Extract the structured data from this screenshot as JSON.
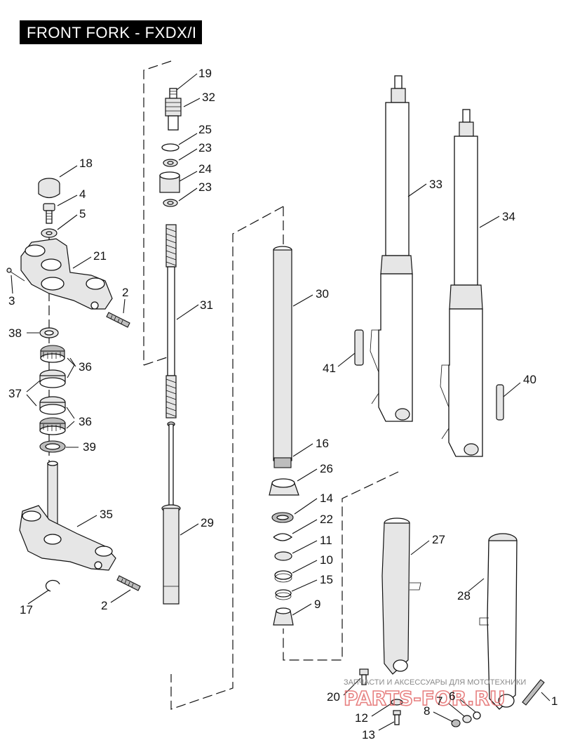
{
  "title": "FRONT FORK - FXDX/I",
  "callouts": [
    {
      "id": "c19",
      "text": "19"
    },
    {
      "id": "c32",
      "text": "32"
    },
    {
      "id": "c25",
      "text": "25"
    },
    {
      "id": "c23a",
      "text": "23"
    },
    {
      "id": "c24",
      "text": "24"
    },
    {
      "id": "c23b",
      "text": "23"
    },
    {
      "id": "c18",
      "text": "18"
    },
    {
      "id": "c4",
      "text": "4"
    },
    {
      "id": "c5",
      "text": "5"
    },
    {
      "id": "c21",
      "text": "21"
    },
    {
      "id": "c3",
      "text": "3"
    },
    {
      "id": "c2a",
      "text": "2"
    },
    {
      "id": "c31",
      "text": "31"
    },
    {
      "id": "c38",
      "text": "38"
    },
    {
      "id": "c36a",
      "text": "36"
    },
    {
      "id": "c37",
      "text": "37"
    },
    {
      "id": "c36b",
      "text": "36"
    },
    {
      "id": "c39",
      "text": "39"
    },
    {
      "id": "c35",
      "text": "35"
    },
    {
      "id": "c29",
      "text": "29"
    },
    {
      "id": "c17",
      "text": "17"
    },
    {
      "id": "c2b",
      "text": "2"
    },
    {
      "id": "c30",
      "text": "30"
    },
    {
      "id": "c16",
      "text": "16"
    },
    {
      "id": "c26",
      "text": "26"
    },
    {
      "id": "c14",
      "text": "14"
    },
    {
      "id": "c22",
      "text": "22"
    },
    {
      "id": "c11",
      "text": "11"
    },
    {
      "id": "c10",
      "text": "10"
    },
    {
      "id": "c15",
      "text": "15"
    },
    {
      "id": "c9",
      "text": "9"
    },
    {
      "id": "c33",
      "text": "33"
    },
    {
      "id": "c34",
      "text": "34"
    },
    {
      "id": "c41",
      "text": "41"
    },
    {
      "id": "c40",
      "text": "40"
    },
    {
      "id": "c27",
      "text": "27"
    },
    {
      "id": "c28",
      "text": "28"
    },
    {
      "id": "c20",
      "text": "20"
    },
    {
      "id": "c12",
      "text": "12"
    },
    {
      "id": "c13",
      "text": "13"
    },
    {
      "id": "c7",
      "text": "7"
    },
    {
      "id": "c6",
      "text": "6"
    },
    {
      "id": "c8",
      "text": "8"
    },
    {
      "id": "c1",
      "text": "1"
    }
  ],
  "watermark": {
    "text": "ЗАПЧАСТИ И АКСЕССУАРЫ ДЛЯ МОТОТЕХНИКИ",
    "logo": "PARTS-FOR.RU"
  }
}
